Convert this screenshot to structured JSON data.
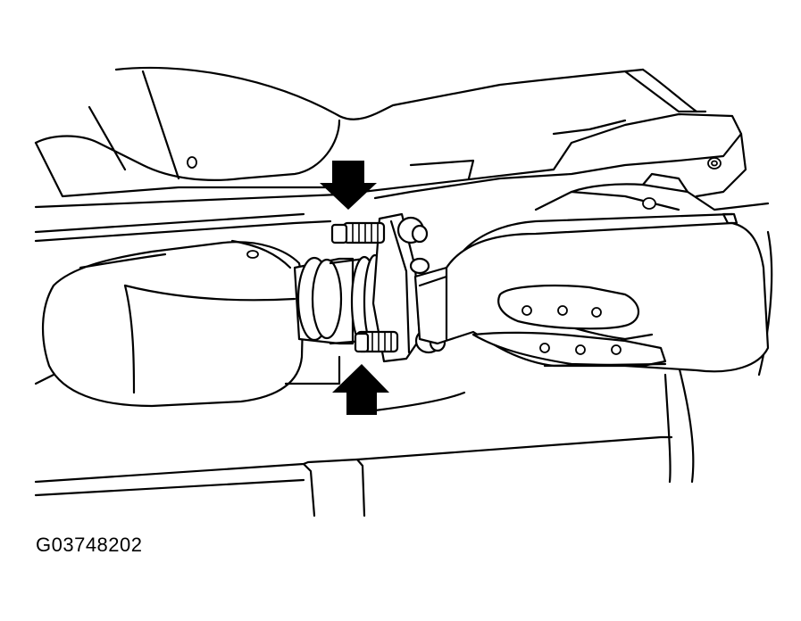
{
  "figure": {
    "id_label": "G03748202",
    "callouts": [
      {
        "name": "upper-arrow",
        "direction": "down"
      },
      {
        "name": "lower-arrow",
        "direction": "up"
      }
    ]
  },
  "colors": {
    "line": "#000000",
    "background": "#ffffff"
  }
}
